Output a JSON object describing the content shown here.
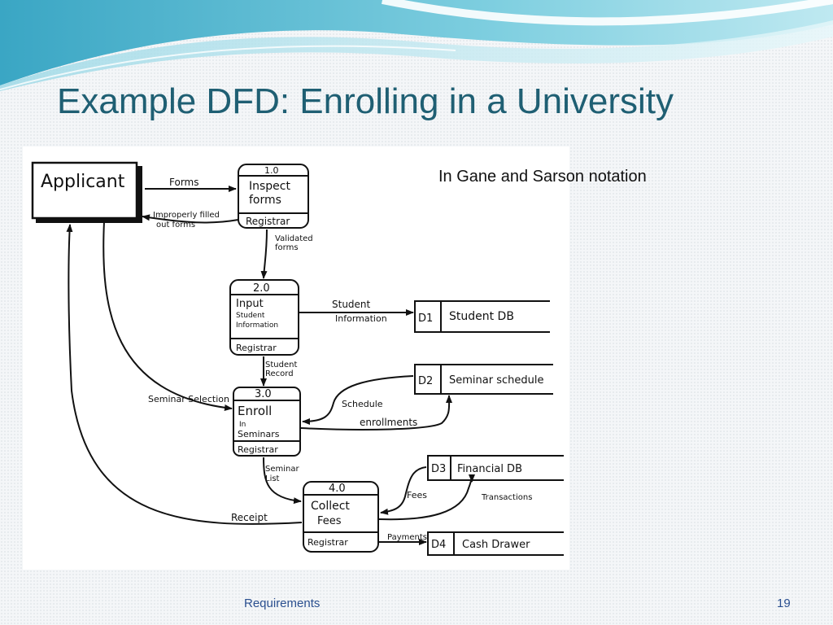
{
  "slide": {
    "title": "Example DFD: Enrolling in a University",
    "notation": "In Gane and Sarson notation",
    "footer": "Requirements",
    "page_number": "19"
  },
  "diagram": {
    "external_entity": {
      "label": "Applicant"
    },
    "processes": [
      {
        "id": "1.0",
        "name_lines": [
          "Inspect",
          "forms"
        ],
        "actor": "Registrar"
      },
      {
        "id": "2.0",
        "name_lines": [
          "Input",
          "Student",
          "Information"
        ],
        "actor": "Registrar"
      },
      {
        "id": "3.0",
        "name_lines": [
          "Enroll",
          "In",
          "Seminars"
        ],
        "actor": "Registrar"
      },
      {
        "id": "4.0",
        "name_lines": [
          "Collect",
          "Fees"
        ],
        "actor": "Registrar"
      }
    ],
    "data_stores": [
      {
        "id": "D1",
        "name": "Student DB"
      },
      {
        "id": "D2",
        "name": "Seminar schedule"
      },
      {
        "id": "D3",
        "name": "Financial DB"
      },
      {
        "id": "D4",
        "name": "Cash Drawer"
      }
    ],
    "flows": {
      "forms": "Forms",
      "improperly_filled_1": "Improperly filled",
      "improperly_filled_2": "out forms",
      "validated_1": "Validated",
      "validated_2": "forms",
      "student_info_1": "Student",
      "student_info_2": "Information",
      "student_record_1": "Student",
      "student_record_2": "Record",
      "seminar_selection": "Seminar Selection",
      "schedule_1": "Schedule",
      "schedule_2": "enrollments",
      "seminar_list_1": "Seminar",
      "seminar_list_2": "List",
      "fees": "Fees",
      "transactions": "Transactions",
      "payments": "Payments",
      "receipt": "Receipt"
    }
  }
}
